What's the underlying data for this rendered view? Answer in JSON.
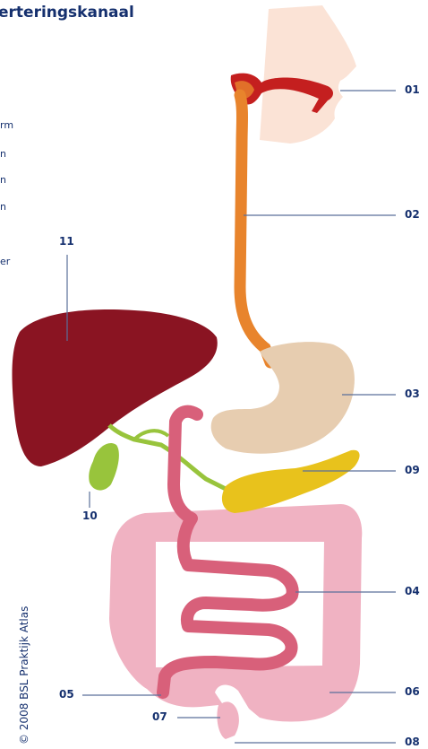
{
  "title": "erteringskanaal",
  "legend_fragments": [
    "rm",
    "n",
    "n",
    "n",
    "er"
  ],
  "copyright": "© 2008 BSL Praktijk Atlas",
  "labels": {
    "l01": "01",
    "l02": "02",
    "l03": "03",
    "l04": "04",
    "l05": "05",
    "l06": "06",
    "l07": "07",
    "l08": "08",
    "l09": "09",
    "l10": "10",
    "l11": "11"
  },
  "colors": {
    "text": "#15306e",
    "leader_line": "#5a6f9a",
    "liver": "#8a1422",
    "stomach": "#e7cdb0",
    "esophagus": "#e8842c",
    "pancreas": "#e8c21c",
    "gallbladder": "#98c43c",
    "intestine": "#d8607a",
    "colon": "#f0b2c2",
    "mouth": "#c41f1f",
    "face": "#fbe3d6"
  }
}
